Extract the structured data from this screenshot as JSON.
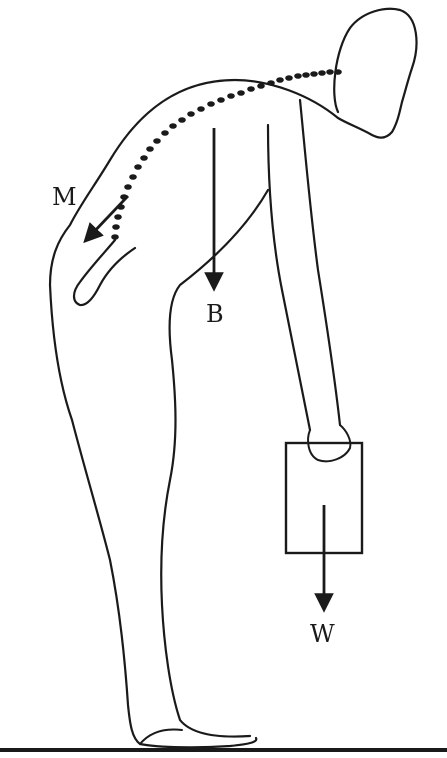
{
  "labels": {
    "muscle_force": "M",
    "body_weight": "B",
    "load_weight": "W"
  },
  "colors": {
    "ink": "#1a1a1a",
    "background": "#ffffff"
  }
}
